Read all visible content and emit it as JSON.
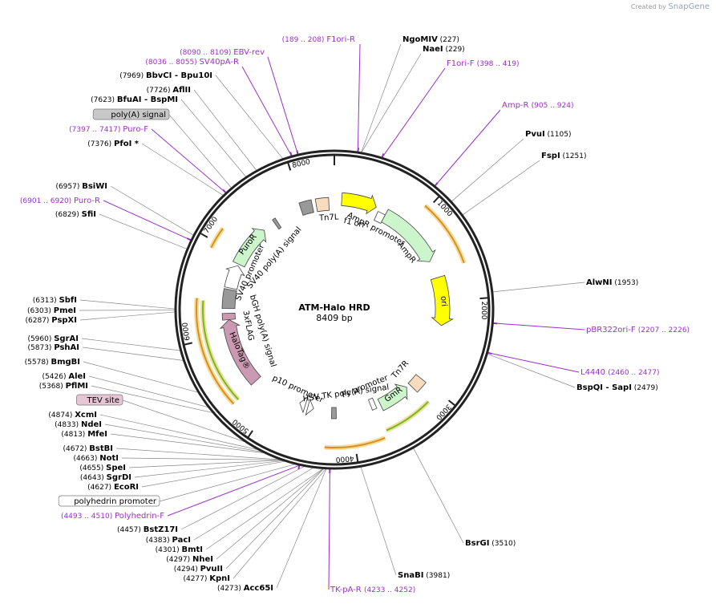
{
  "credit": {
    "prefix": "Created by",
    "brand": "SnapGene"
  },
  "plasmid": {
    "name": "ATM-Halo HRD",
    "length_label": "8409 bp",
    "length": 8409
  },
  "colors": {
    "primer": "#9b2fc9",
    "site": "#000000",
    "backbone": "#222222",
    "leader": "#888888",
    "orange_arc": "#d9901b",
    "green_arc": "#6bbf1f"
  },
  "ticks": [
    "1000",
    "2000",
    "3000",
    "4000",
    "5000",
    "6000",
    "7000",
    "8000"
  ],
  "features": [
    {
      "label": "f1 ori",
      "color": "#ffff00"
    },
    {
      "label": "AmpR promoter",
      "color": "#ffffff"
    },
    {
      "label": "AmpR",
      "color": "#ccf5cc"
    },
    {
      "label": "ori",
      "color": "#ffff00"
    },
    {
      "label": "Tn7R",
      "color": "#f9dbbe"
    },
    {
      "label": "GmR",
      "color": "#ccf5cc"
    },
    {
      "label": "Pc promoter",
      "color": "#ffffff"
    },
    {
      "label": "HSV TK poly(A) signal",
      "color": "#999999"
    },
    {
      "label": "p10 promoter",
      "color": "#ffffff"
    },
    {
      "label": "HaloTag®",
      "color": "#cc99b2"
    },
    {
      "label": "3xFLAG",
      "color": "#cc99b2"
    },
    {
      "label": "bGH poly(A) signal",
      "color": "#999999"
    },
    {
      "label": "SV40 promoter",
      "color": "#ffffff"
    },
    {
      "label": "PuroR",
      "color": "#ccf5cc"
    },
    {
      "label": "SV40 poly(A) signal",
      "color": "#999999"
    },
    {
      "label": "Tn7L",
      "color": "#f9dbbe"
    }
  ],
  "left_labels": [
    {
      "pos": "(7969)",
      "name": "BbvCI",
      "extra": "- Bpu10I",
      "kind": "site"
    },
    {
      "pos": "(7726)",
      "name": "AflII",
      "kind": "site"
    },
    {
      "pos": "(7623)",
      "name": "BfuAI",
      "extra": "- BspMI",
      "kind": "site"
    },
    {
      "name": "poly(A) signal",
      "kind": "boxed",
      "fill": "#c8c8c8"
    },
    {
      "pos": "(7397 .. 7417)",
      "name": "Puro-F",
      "kind": "primer"
    },
    {
      "pos": "(7376)",
      "name": "PfoI *",
      "kind": "site"
    },
    {
      "pos": "(6957)",
      "name": "BsiWI",
      "kind": "site"
    },
    {
      "pos": "(6901 .. 6920)",
      "name": "Puro-R",
      "kind": "primer"
    },
    {
      "pos": "(6829)",
      "name": "SfiI",
      "kind": "site"
    },
    {
      "pos": "(6313)",
      "name": "SbfI",
      "kind": "site"
    },
    {
      "pos": "(6303)",
      "name": "PmeI",
      "kind": "site"
    },
    {
      "pos": "(6287)",
      "name": "PspXI",
      "kind": "site"
    },
    {
      "pos": "(5960)",
      "name": "SgrAI",
      "kind": "site"
    },
    {
      "pos": "(5873)",
      "name": "PshAI",
      "kind": "site"
    },
    {
      "pos": "(5578)",
      "name": "BmgBI",
      "kind": "site"
    },
    {
      "pos": "(5426)",
      "name": "AleI",
      "kind": "site"
    },
    {
      "pos": "(5368)",
      "name": "PflMI",
      "kind": "site"
    },
    {
      "name": "TEV site",
      "kind": "boxed",
      "fill": "#e6c5d4"
    },
    {
      "pos": "(4874)",
      "name": "XcmI",
      "kind": "site"
    },
    {
      "pos": "(4833)",
      "name": "NdeI",
      "kind": "site"
    },
    {
      "pos": "(4813)",
      "name": "MfeI",
      "kind": "site"
    },
    {
      "pos": "(4672)",
      "name": "BstBI",
      "kind": "site"
    },
    {
      "pos": "(4663)",
      "name": "NotI",
      "kind": "site"
    },
    {
      "pos": "(4655)",
      "name": "SpeI",
      "kind": "site"
    },
    {
      "pos": "(4643)",
      "name": "SgrDI",
      "kind": "site"
    },
    {
      "pos": "(4627)",
      "name": "EcoRI",
      "kind": "site"
    },
    {
      "name": "polyhedrin promoter",
      "kind": "boxed",
      "fill": "#ffffff"
    },
    {
      "pos": "(4493 .. 4510)",
      "name": "Polyhedrin-F",
      "kind": "primer"
    },
    {
      "pos": "(4457)",
      "name": "BstZ17I",
      "kind": "site"
    },
    {
      "pos": "(4383)",
      "name": "PacI",
      "kind": "site"
    },
    {
      "pos": "(4301)",
      "name": "BmtI",
      "kind": "site"
    },
    {
      "pos": "(4297)",
      "name": "NheI",
      "kind": "site"
    },
    {
      "pos": "(4294)",
      "name": "PvuII",
      "kind": "site"
    },
    {
      "pos": "(4277)",
      "name": "KpnI",
      "kind": "site"
    },
    {
      "pos": "(4273)",
      "name": "Acc65I",
      "kind": "site"
    }
  ],
  "top_left_primers": [
    {
      "pos": "(8090 .. 8109)",
      "name": "EBV-rev"
    },
    {
      "pos": "(8036 .. 8055)",
      "name": "SV40pA-R"
    }
  ],
  "right_labels": [
    {
      "pos": "(189 .. 208)",
      "name": "F1ori-R",
      "kind": "primer"
    },
    {
      "name": "NgoMIV",
      "pos": "(227)",
      "kind": "site"
    },
    {
      "name": "NaeI",
      "pos": "(229)",
      "kind": "site"
    },
    {
      "name": "F1ori-F",
      "pos": "(398 .. 419)",
      "kind": "primer"
    },
    {
      "name": "Amp-R",
      "pos": "(905 .. 924)",
      "kind": "primer"
    },
    {
      "name": "PvuI",
      "pos": "(1105)",
      "kind": "site"
    },
    {
      "name": "FspI",
      "pos": "(1251)",
      "kind": "site"
    },
    {
      "name": "AlwNI",
      "pos": "(1953)",
      "kind": "site"
    },
    {
      "name": "pBR322ori-F",
      "pos": "(2207 .. 2226)",
      "kind": "primer"
    },
    {
      "name": "L4440",
      "pos": "(2460 .. 2477)",
      "kind": "primer"
    },
    {
      "name": "BspQI",
      "extra": "- SapI",
      "pos": "(2479)",
      "kind": "site"
    },
    {
      "name": "BsrGI",
      "pos": "(3510)",
      "kind": "site"
    },
    {
      "name": "SnaBI",
      "pos": "(3981)",
      "kind": "site"
    },
    {
      "name": "TK-pA-R",
      "pos": "(4233 .. 4252)",
      "kind": "primer"
    }
  ]
}
